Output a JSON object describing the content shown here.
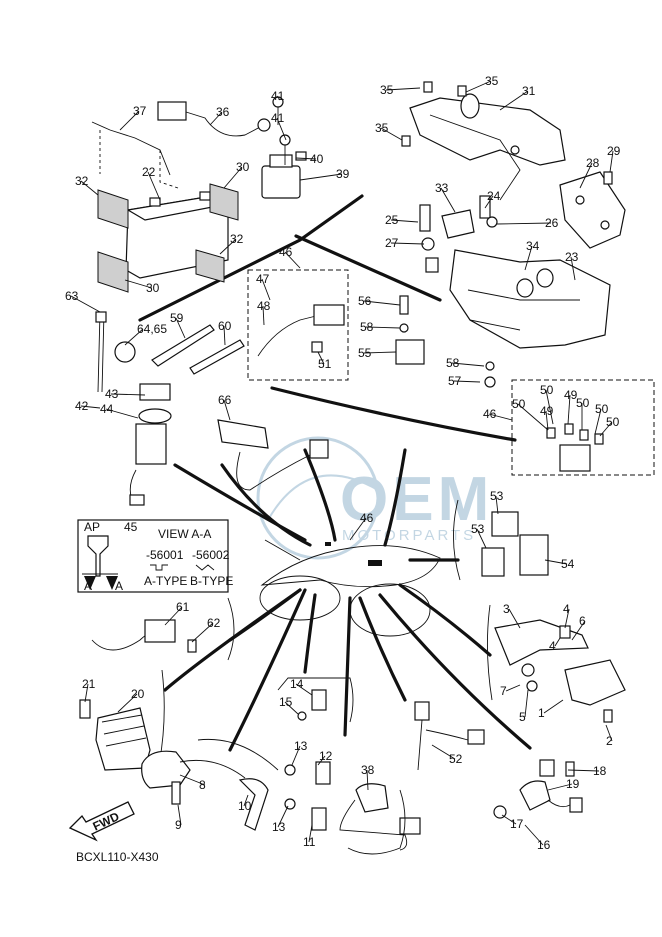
{
  "diagram": {
    "code": "BCXL110-X430",
    "view": {
      "ap_label": "AP",
      "part_no": "45",
      "title": "VIEW A-A",
      "code_a": "-56001",
      "code_b": "-56002",
      "type_a": "A-TYPE",
      "type_b": "B-TYPE",
      "letter": "A"
    },
    "fwd": "FWD",
    "watermark": {
      "main": "OEM",
      "sub": "MOTORPARTS"
    },
    "labels": [
      "1",
      "2",
      "3",
      "4",
      "4",
      "5",
      "6",
      "7",
      "8",
      "9",
      "10",
      "11",
      "12",
      "13",
      "13",
      "14",
      "15",
      "16",
      "17",
      "18",
      "19",
      "20",
      "21",
      "22",
      "23",
      "24",
      "25",
      "26",
      "27",
      "28",
      "29",
      "30",
      "30",
      "31",
      "32",
      "32",
      "33",
      "34",
      "35",
      "35",
      "35",
      "36",
      "37",
      "38",
      "39",
      "40",
      "41",
      "41",
      "42",
      "43",
      "44",
      "46",
      "46",
      "46",
      "47",
      "48",
      "49",
      "49",
      "50",
      "50",
      "50",
      "50",
      "50",
      "51",
      "52",
      "53",
      "53",
      "54",
      "55",
      "56",
      "57",
      "58",
      "58",
      "59",
      "60",
      "61",
      "62",
      "63",
      "64,65",
      "66"
    ]
  }
}
